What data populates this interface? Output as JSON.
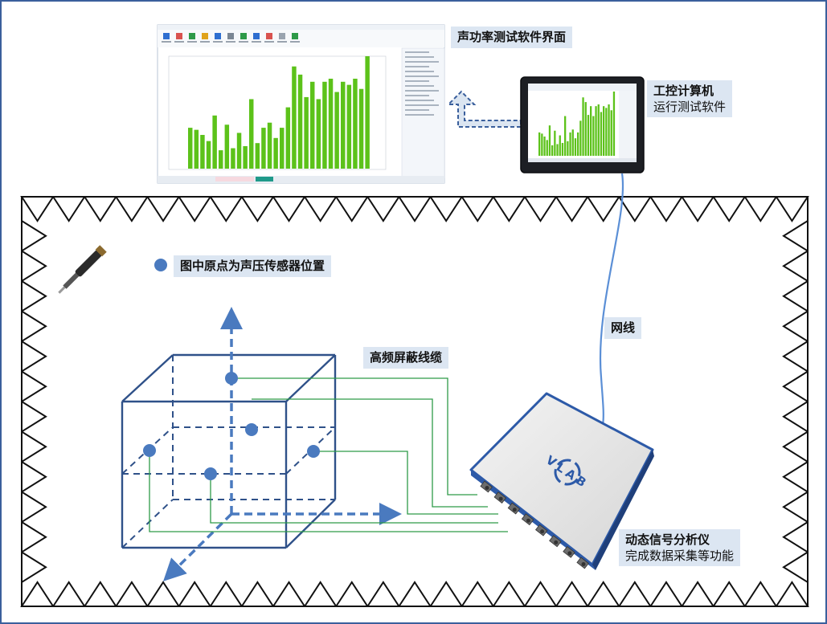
{
  "labels": {
    "software_ui": "声功率测试软件界面",
    "ipc_title": "工控计算机",
    "ipc_sub": "运行测试软件",
    "network": "网线",
    "sensor_legend": "图中原点为声压传感器位置",
    "cable": "高频屏蔽线缆",
    "analyzer_title": "动态信号分析仪",
    "analyzer_sub": "完成数据采集等功能",
    "device_logo": "VLAB"
  },
  "screen_chart": {
    "values": [
      40,
      38,
      33,
      27,
      52,
      18,
      43,
      20,
      35,
      22,
      68,
      25,
      40,
      45,
      30,
      40,
      60,
      100,
      92,
      70,
      85,
      68,
      85,
      88,
      75,
      85,
      82,
      88,
      78,
      110
    ]
  },
  "colors": {
    "border": "#3a5f9c",
    "label_bg": "#dce6f2",
    "axis": "#4a7abf",
    "cube": "#2f5189",
    "cable": "#2e9a48",
    "bar": "#5cc21a"
  }
}
